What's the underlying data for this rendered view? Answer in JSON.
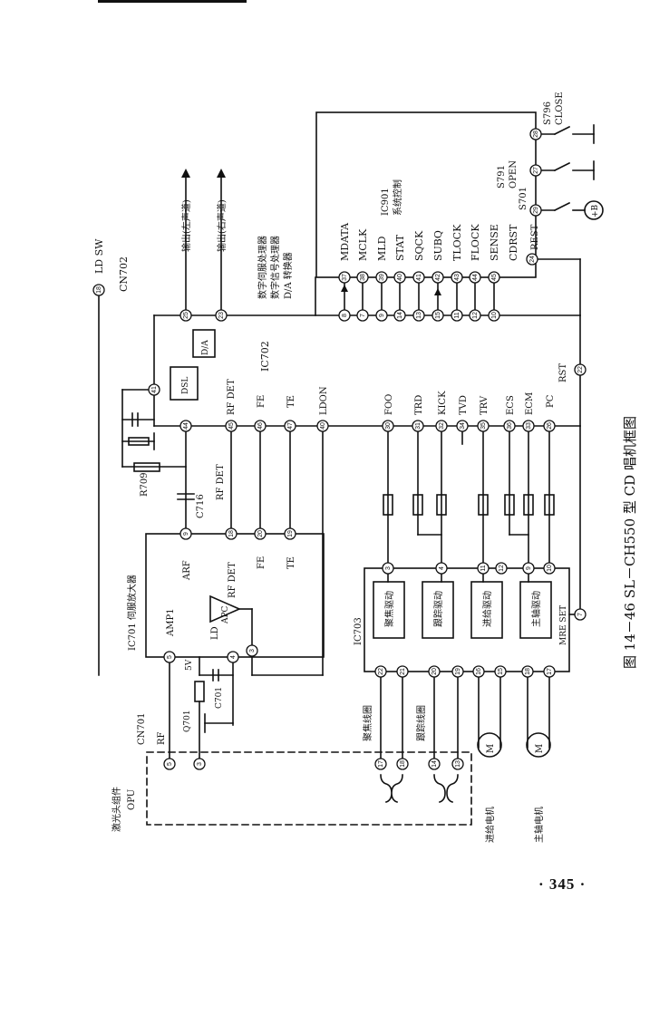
{
  "figure": {
    "caption": "图 14－46   SL－CH550 型 CD 唱机框图",
    "page_number": "· 345 ·"
  },
  "connectors": {
    "cn701": "CN701",
    "cn702": "CN702",
    "ld_sw": "LD SW",
    "opu": "OPU",
    "opu_cn": "激光头组件",
    "rf": "RF",
    "focus_coil": "聚焦线圈",
    "tracking_coil": "跟踪线圈",
    "feed_motor": "进给电机",
    "spindle_motor": "主轴电机",
    "m": "M"
  },
  "ic701": {
    "title": "IC701 伺服放大器",
    "amp1": "AMP1",
    "ld": "LD",
    "apc": "APC",
    "arf": "ARF",
    "rfdet": "RF DET",
    "fe": "FE",
    "te": "TE"
  },
  "discretes": {
    "q701": "Q701",
    "c701": "C701",
    "c716": "C716",
    "r709": "R709",
    "v5": "5V",
    "rfdet_line": "RF DET"
  },
  "ic702": {
    "title": "IC702",
    "desc": [
      "数字伺服处理器",
      "数字信号处理器",
      "D/A 转换器"
    ],
    "dsl": "DSL",
    "da": "D/A",
    "rfdet": "RF DET",
    "fe": "FE",
    "te": "TE",
    "ldon": "LDON",
    "foo": "FOO",
    "trd": "TRD",
    "kick": "KICK",
    "tvd": "TVD",
    "trv": "TRV",
    "ecs": "ECS",
    "ecm": "ECM",
    "pc": "PC",
    "rst": "RST",
    "out_left": "输出(左声道)",
    "out_right": "输出(右声道)"
  },
  "ic901": {
    "title": "IC901",
    "subtitle": "系统控制",
    "pins": [
      "MDATA",
      "MCLK",
      "MLD",
      "STAT",
      "SQCK",
      "SUBQ",
      "TLOCK",
      "FLOCK",
      "SENSE",
      "CDRST"
    ]
  },
  "switches": {
    "s701": "S701",
    "s701_label": "REST",
    "s791": "S791",
    "s791_label": "OPEN",
    "s796": "S796",
    "s796_label": "CLOSE",
    "vplus": "+B"
  },
  "ic703": {
    "title": "IC703",
    "focus": "聚焦驱动",
    "tracking": "跟踪驱动",
    "feed": "进给驱动",
    "spindle": "主轴驱动",
    "mre": "MRE SET"
  },
  "pins": {
    "cn702_18": "18",
    "cn702_25": "25",
    "cn702_23": "23",
    "cn701_5": "5",
    "cn701_3": "3",
    "ic701_5": "5",
    "ic701_4": "4",
    "ic701_3": "3",
    "ic701_9": "9",
    "ic701_18": "18",
    "ic701_20": "20",
    "ic701_19": "19",
    "ic702_41": "41",
    "ic702_44": "44",
    "ic702_45": "45",
    "ic702_46": "46",
    "ic702_47": "47",
    "ic702_40": "40",
    "ic702_30": "30",
    "ic702_31": "31",
    "ic702_32": "32",
    "ic702_34": "34",
    "ic702_35": "35",
    "ic702_36": "36",
    "ic702_33": "33",
    "ic702_22": "22",
    "ic702_8": "8",
    "ic702_7": "7",
    "ic702_9": "9",
    "ic702_14": "14",
    "ic702_13": "13",
    "ic702_15": "15",
    "ic702_11": "11",
    "ic702_12": "12",
    "ic702_10": "10",
    "ic702_26": "26",
    "ic702_23b": "23",
    "ic901_37": "37",
    "ic901_38": "38",
    "ic901_39": "39",
    "ic901_40": "40",
    "ic901_41": "41",
    "ic901_42": "42",
    "ic901_43": "43",
    "ic901_44": "44",
    "ic901_45": "45",
    "ic901_24": "24",
    "ic901_29": "29",
    "ic901_27": "27",
    "ic901_28": "28",
    "ic703_3": "3",
    "ic703_4": "4",
    "ic703_11": "11",
    "ic703_12": "12",
    "ic703_9": "9",
    "ic703_10": "10",
    "ic703_7": "7",
    "ic703_22": "22",
    "ic703_21": "21",
    "ic703_20": "20",
    "ic703_19": "19",
    "ic703_16": "16",
    "ic703_15": "15",
    "ic703_18": "18",
    "ic703_17": "17",
    "coil_17": "17",
    "coil_18": "18",
    "coil_14": "14",
    "coil_13": "13"
  }
}
